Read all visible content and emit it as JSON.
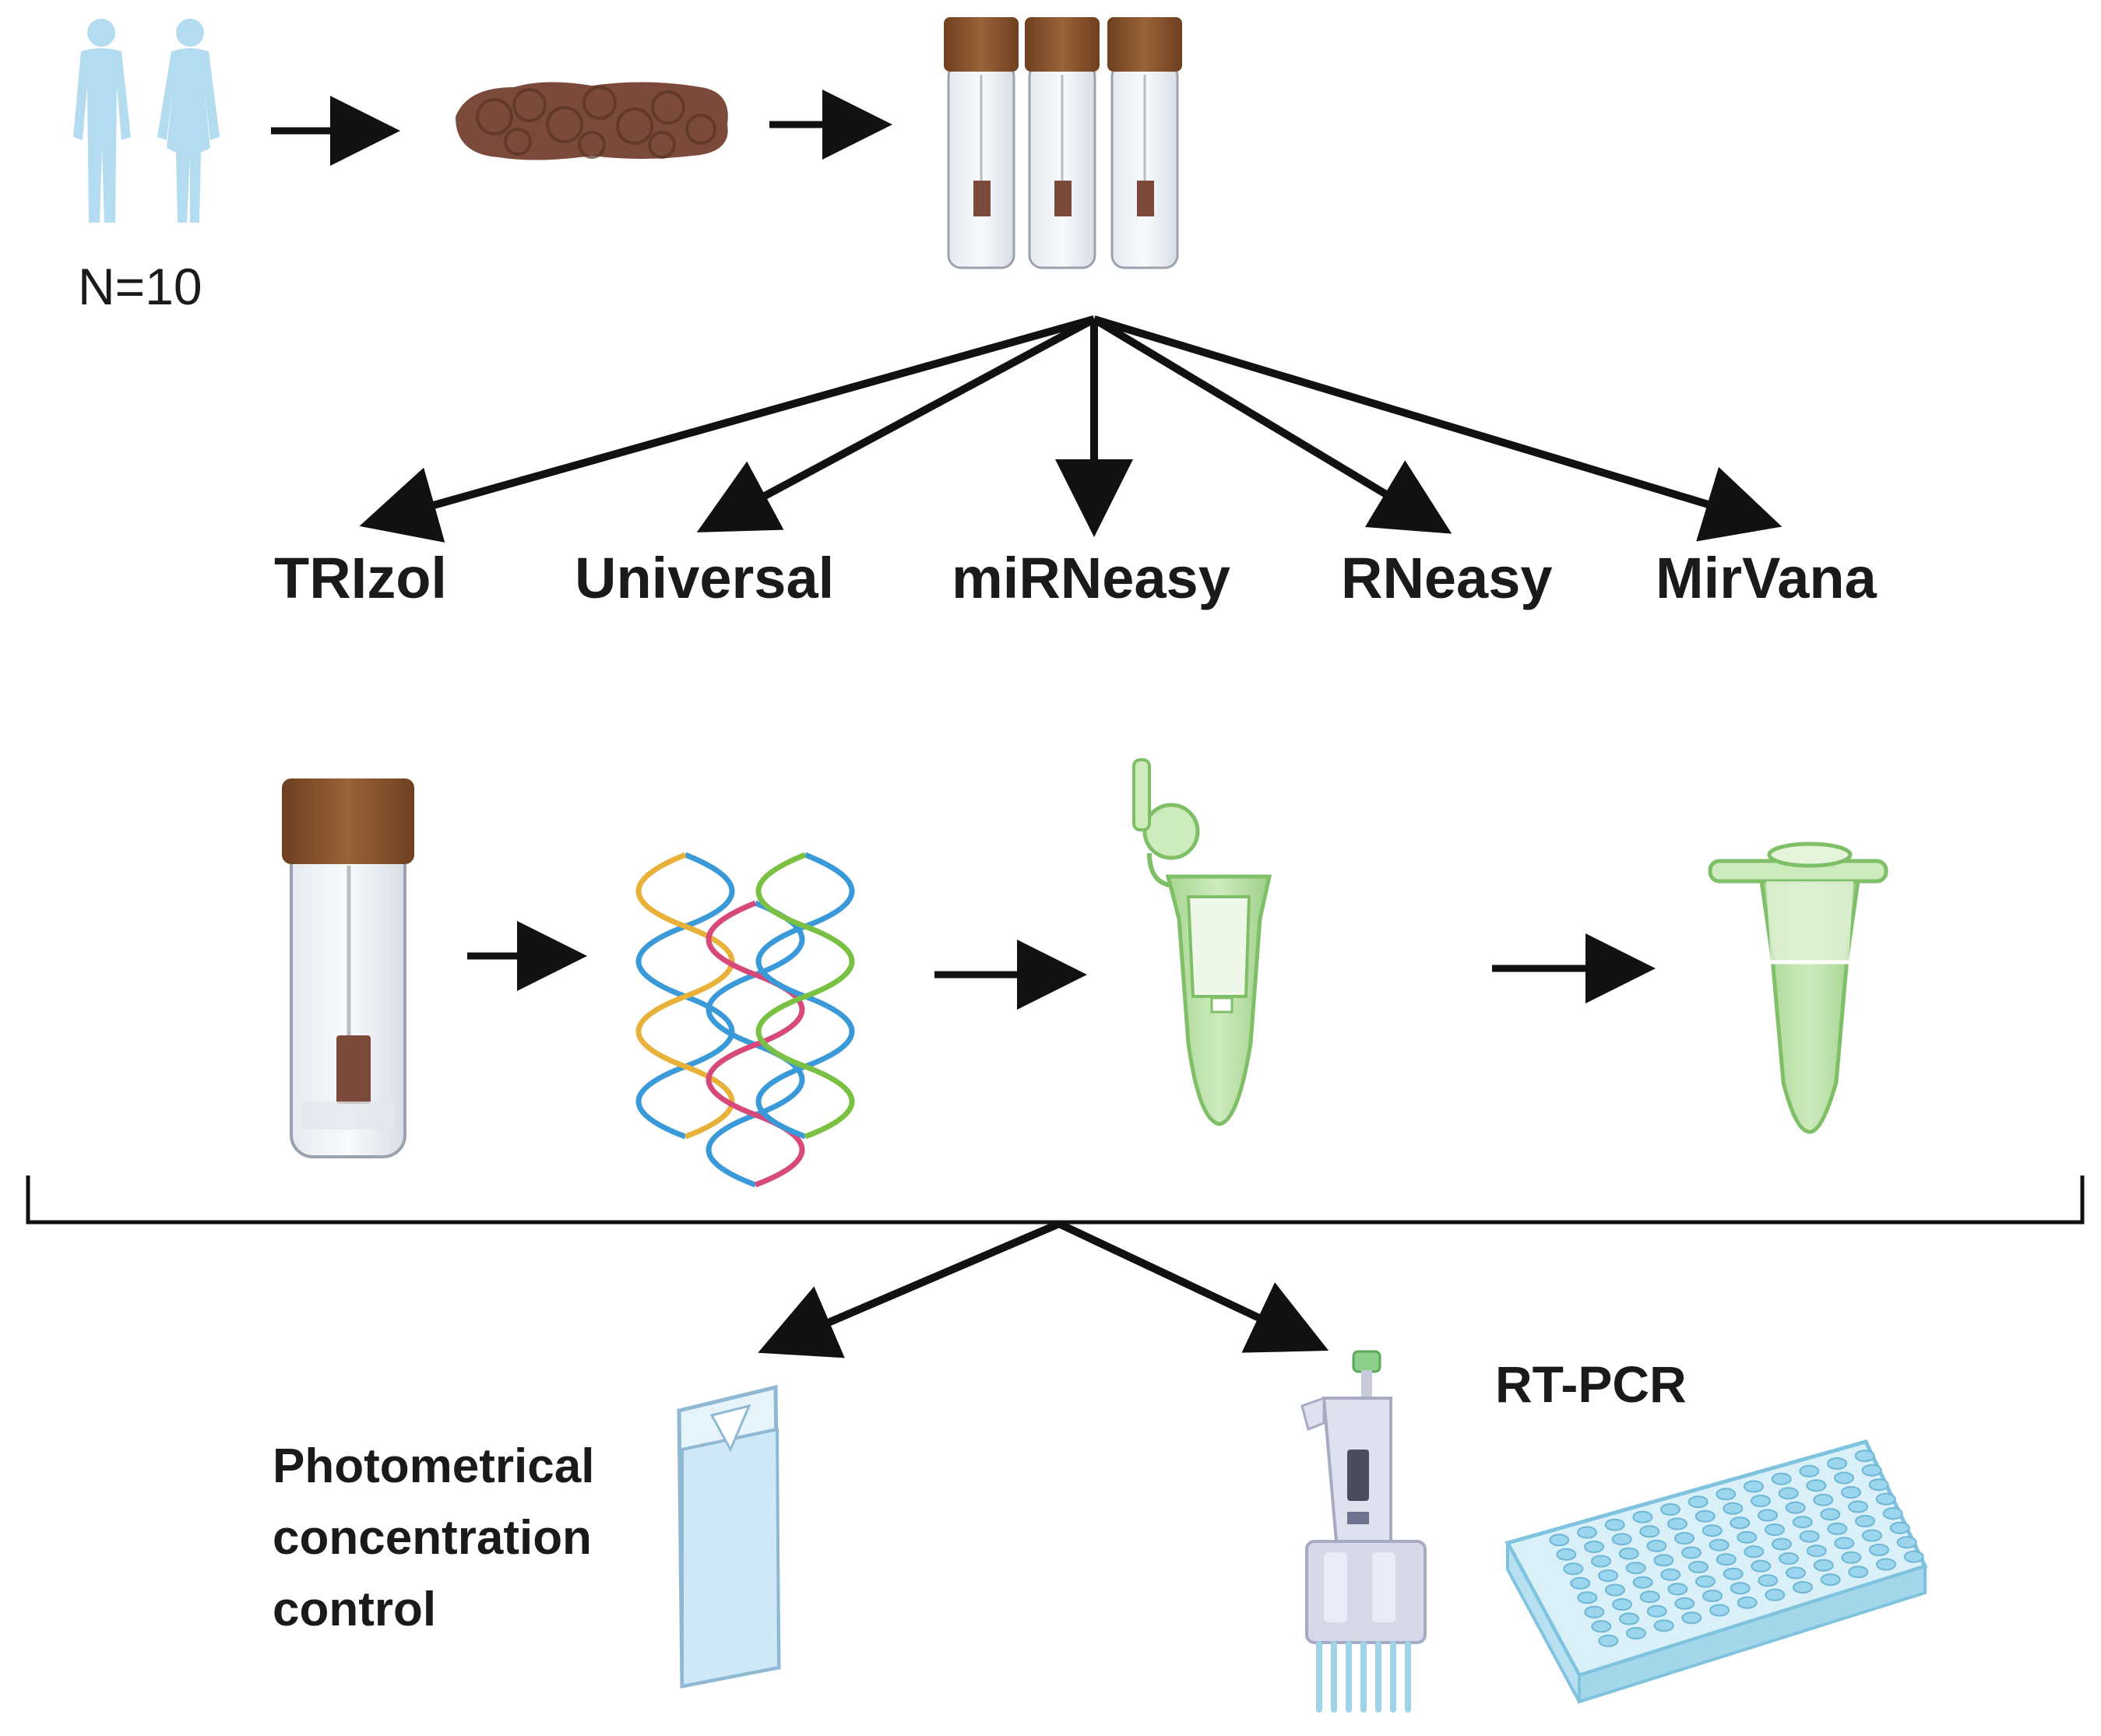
{
  "sample_label": "N=10",
  "methods": [
    "TRIzol",
    "Universal",
    "miRNeasy",
    "RNeasy",
    "MirVana"
  ],
  "analysis": {
    "rtpcr_label": "RT-PCR",
    "photometric_lines": [
      "Photometrical",
      "concentration",
      "control"
    ]
  },
  "colors": {
    "human_figure": "#b3dcf0",
    "stool_sample": "#7b4a3a",
    "tube_cap": "#8a5530",
    "eppendorf_tube": "#b8dea2",
    "arrow": "#111111",
    "cuvette": "#cfe8f7",
    "plate_wells": "#9bd6ee"
  },
  "icons": [
    "human-male-icon",
    "human-female-icon",
    "stool-sample-icon",
    "sample-tube-icon",
    "dna-helix-icon",
    "spin-column-tube-icon",
    "eppendorf-tube-icon",
    "cuvette-icon",
    "multichannel-pipette-icon",
    "well-plate-icon"
  ]
}
